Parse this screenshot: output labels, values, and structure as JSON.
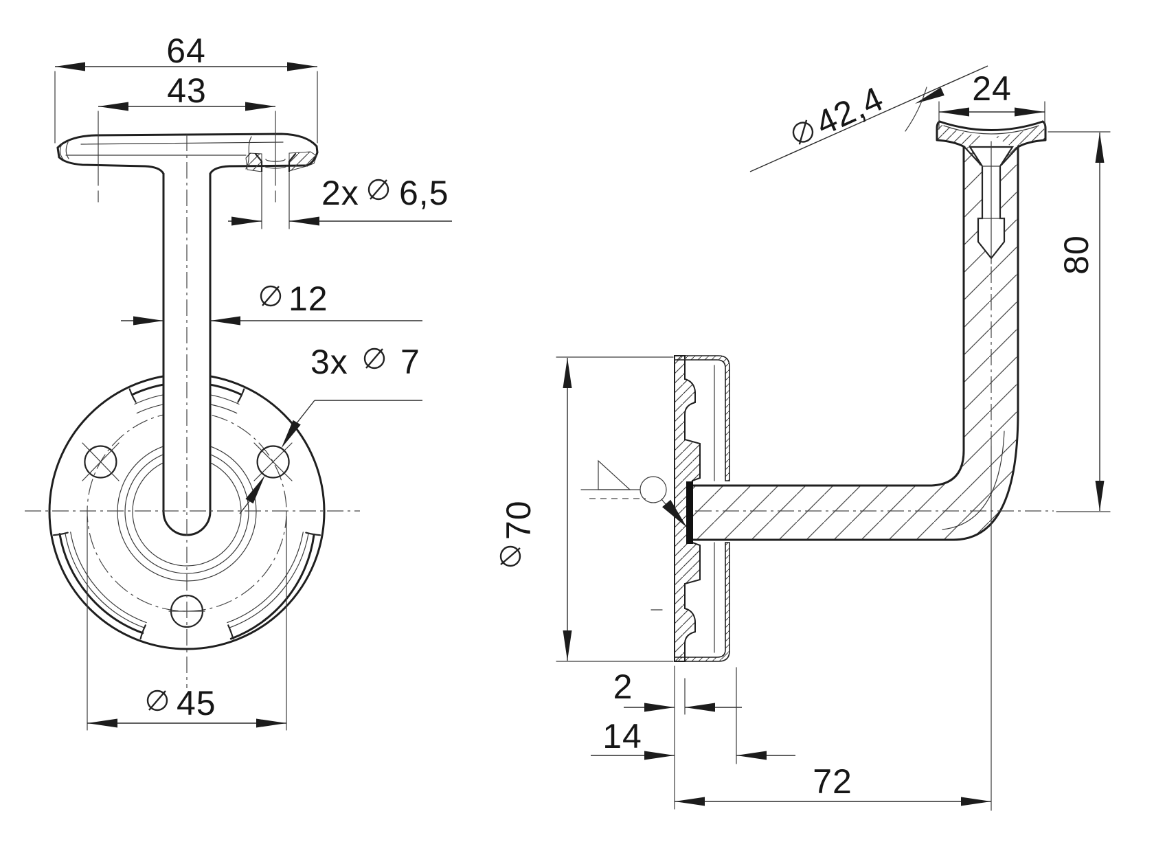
{
  "drawing": {
    "type": "technical-orthographic-drawing",
    "subject": "wall handrail bracket, front view and side section view",
    "style": {
      "line_color": "#1f1f1f",
      "background": "#ffffff",
      "hatch_color": "#454545"
    }
  },
  "dims": {
    "front": {
      "outer_width": "64",
      "hole_spacing": "43",
      "top_holes_prefix": "2x",
      "top_holes_dia": "6,5",
      "stem_dia": "12",
      "plate_holes_prefix": "3x",
      "plate_holes_dia": "7",
      "bolt_circle_dia": "45"
    },
    "side": {
      "handrail_dia": "42,4",
      "saddle_width": "24",
      "height": "80",
      "plate_dia": "70",
      "rim_gap": "2",
      "plate_depth": "14",
      "reach": "72"
    }
  }
}
